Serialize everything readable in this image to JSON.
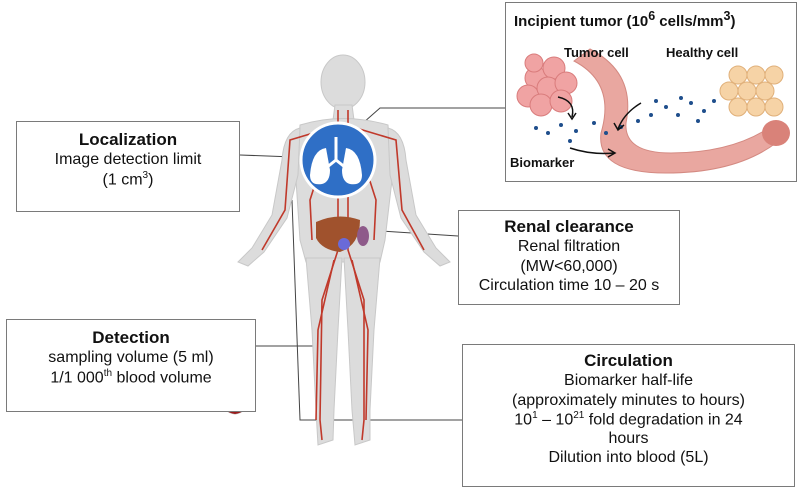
{
  "incipient": {
    "title_main": "Incipient tumor (10",
    "title_sup": "6",
    "title_rest": " cells/mm",
    "title_sup2": "3",
    "title_end": ")",
    "tumor_cell": "Tumor cell",
    "healthy_cell": "Healthy cell",
    "biomarker": "Biomarker"
  },
  "localization": {
    "title": "Localization",
    "line1": "Image detection limit",
    "line2_pre": "(1 cm",
    "line2_sup": "3",
    "line2_post": ")"
  },
  "renal": {
    "title": "Renal clearance",
    "line1": "Renal filtration",
    "line2": "(MW<60,000)",
    "line3": "Circulation time 10 – 20 s"
  },
  "detection": {
    "title": "Detection",
    "line1": "sampling volume (5 ml)",
    "line2_pre": "1/1 000",
    "line2_sup": "th",
    "line2_post": " blood volume"
  },
  "circulation": {
    "title": "Circulation",
    "line1": "Biomarker half-life",
    "line2": "(approximately minutes to hours)",
    "line3_a": "10",
    "line3_sup1": "1",
    "line3_b": " – 10",
    "line3_sup2": "21",
    "line3_c": " fold degradation in 24",
    "line4": "hours",
    "line5": "Dilution into blood (5L)"
  },
  "colors": {
    "body": "#dcdcdc",
    "vessel": "#c0392b",
    "lung_circle": "#2f6fc6",
    "vessel_tube": "#e9a7a0",
    "tumor": "#f0a3a3",
    "healthy": "#f6d3a6",
    "biomarker_dot": "#1f4e8c"
  }
}
